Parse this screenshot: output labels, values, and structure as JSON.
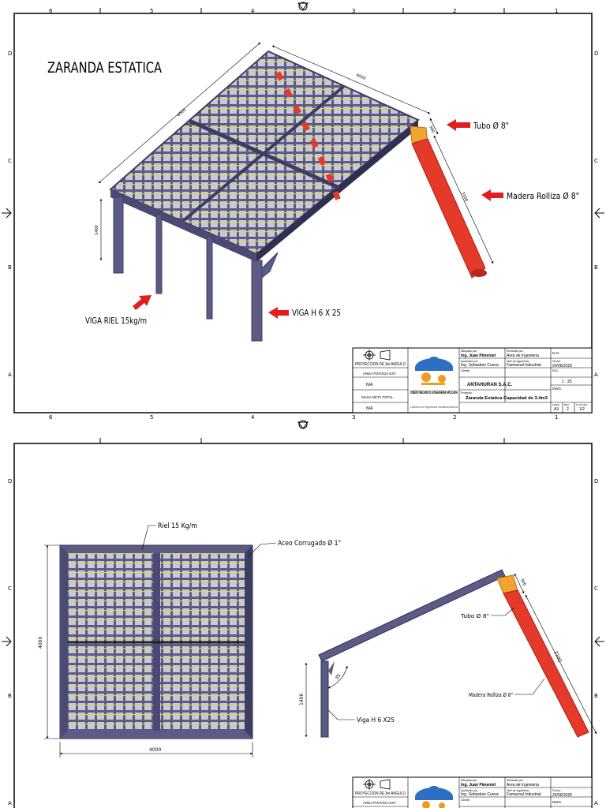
{
  "sheet1": {
    "title": "ZARANDA ESTATICA",
    "callouts": {
      "tubo": "Tubo Ø 8\"",
      "madera": "Madera Rolliza Ø 8\"",
      "viga_riel": "VIGA RIEL 15kg/m",
      "viga_h": "VIGA H 6 X 25"
    },
    "dims": {
      "width": "4000",
      "length": "4000",
      "height": "1400",
      "tube": "300",
      "pole": "3100"
    },
    "title_block": {
      "projection": "PROYECCION DE 3er ANGULO",
      "area_label": "AREA PINTADA EXT",
      "area_value": "N/A",
      "mass_label": "MASA NETA TOTAL",
      "mass_value": "N/A",
      "company": "DISEÑO MECANICO E INGENIERIA APLICADA",
      "tagline": "Lideres en ingenieria metalmecanica",
      "drawn_by_label": "Dibujado por:",
      "drawn_by": "Ing. Juan Pimentel",
      "reviewed_label": "Revisado por:",
      "reviewed": "Area de Ingenieria",
      "approved_label": "Aprobado por:",
      "approved": "Ing. Sebastian Cueva",
      "chief_label": "Jefe de Ingenieria:",
      "chief": "Famacoal Industrial",
      "client_label": "Cliente:",
      "client": "ANTAHURAN S.A.C.",
      "project_label": "Proyecto:",
      "project": "Zaranda Estatica   Capacidad de 3.4m3",
      "no_label": "N.O.",
      "date_label": "Fecha:",
      "date": "24/06/2020",
      "scale_label": "ESC:",
      "scale": "1 : 25",
      "dwg_label": "DWG.",
      "size_label": "FORM.",
      "size": "A3",
      "rev_label": "REV.",
      "rev": "2",
      "sheet_label": "N° PLANO",
      "sheet": "1/2"
    }
  },
  "sheet2": {
    "callouts": {
      "riel": "Riel 15 Kg/m",
      "acero": "Aceo Corrugado Ø 1\"",
      "tubo": "Tubo Ø 8\"",
      "madera": "Madera Rolliza Ø 8\"",
      "viga_h": "Viga H 6 X25"
    },
    "dims": {
      "width": "4000",
      "height": "4000",
      "tube": "300",
      "pole": "3100",
      "post": "1400",
      "angle": "35"
    },
    "title_block": {
      "projection": "PROYECCION DE 3er ANGULO",
      "area_label": "AREA PINTADA EXT",
      "drawn_by_label": "Dibujado por:",
      "drawn_by": "Ing. Juan Pimentel",
      "reviewed_label": "Revisado por:",
      "reviewed": "Area de Ingenieria",
      "approved_label": "Aprobado por:",
      "approved": "Ing. Sebastian Cueva",
      "chief_label": "Jefe de Ingenieria:",
      "chief": "Famacoal Industrial",
      "date_label": "Fecha:",
      "date": "24/06/2020",
      "client_label": "Cliente:",
      "dwg_label": "DWG."
    }
  },
  "frame": {
    "columns": [
      "6",
      "5",
      "4",
      "3",
      "2",
      "1"
    ],
    "rows": [
      "D",
      "C",
      "B",
      "A"
    ]
  },
  "colors": {
    "steel": "#5b5b86",
    "steel_dark": "#3d3d62",
    "rebar": "#d8d45a",
    "pole": "#e53a2a",
    "tube": "#f2a431",
    "arrow": "#e01e1e",
    "logo_blue": "#2e6fc4",
    "logo_orange": "#f29a1f"
  }
}
